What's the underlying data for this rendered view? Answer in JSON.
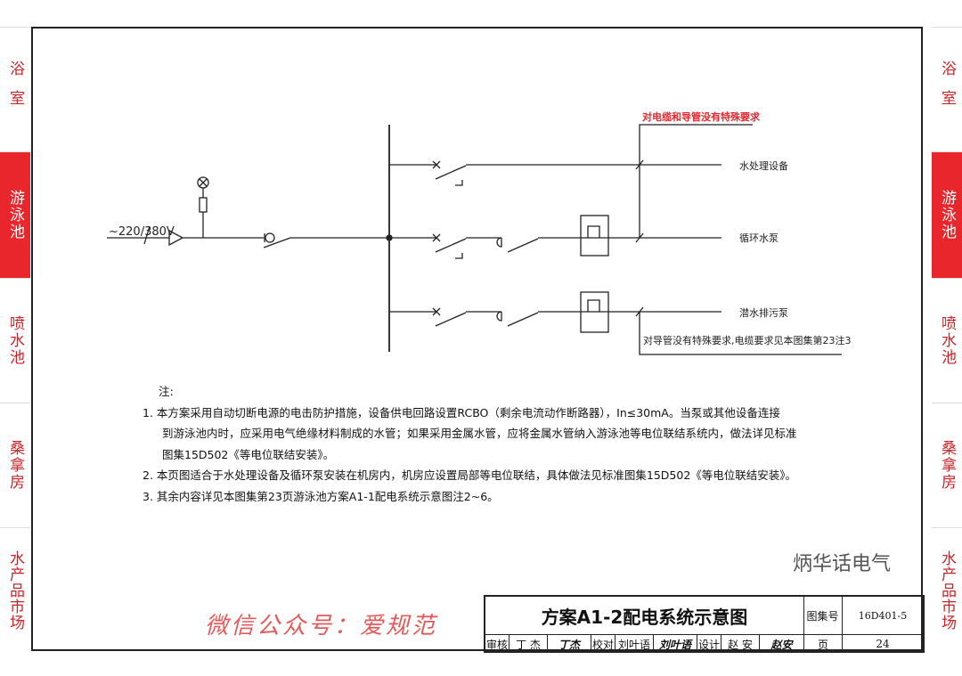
{
  "side_tabs": {
    "items": [
      {
        "label": "浴室"
      },
      {
        "label": "游泳池",
        "active": true
      },
      {
        "label": "喷水池"
      },
      {
        "label": "桑拿房"
      },
      {
        "label": "水产品市场"
      }
    ]
  },
  "diagram": {
    "supply": "~220/380V",
    "loads": [
      "水处理设备",
      "循环水泵",
      "潜水排污泵"
    ],
    "note_top": "对电缆和导管没有特殊要求",
    "note_bottom": "对导管没有特殊要求,电缆要求见本图集第23注3"
  },
  "notes": {
    "heading": "注:",
    "items": [
      [
        "1. 本方案采用自动切断电源的电击防护措施，设备供电回路设置RCBO（剩余电流动作断路器），In≤30mA。当泵或其他设备连接",
        "到游泳池内时，应采用电气绝缘材料制成的水管；如果采用金属水管，应将金属水管纳入游泳池等电位联结系统内，做法详见标准",
        "图集15D502《等电位联结安装》。"
      ],
      [
        "2. 本页图适合于水处理设备及循环泵安装在机房内，机房应设置局部等电位联结，具体做法见标准图集15D502《等电位联结安装》。"
      ],
      [
        "3. 其余内容详见本图集第23页游泳池方案A1-1配电系统示意图注2~6。"
      ]
    ]
  },
  "title_block": {
    "title": "方案A1-2配电系统示意图",
    "atlas_label": "图集号",
    "atlas_no": "16D401-5",
    "page_label": "页",
    "page_no": "24",
    "review_label": "审核",
    "reviewer": "丁 杰",
    "review_sign": "丁杰",
    "check_label": "校对",
    "checker": "刘叶语",
    "check_sign": "刘叶语",
    "design_label": "设计",
    "designer": "赵 安",
    "design_sign": "赵安"
  },
  "watermarks": [
    "微信公众号：爱规范",
    "炳华话电气"
  ],
  "colors": {
    "accent": "#e8262b"
  }
}
